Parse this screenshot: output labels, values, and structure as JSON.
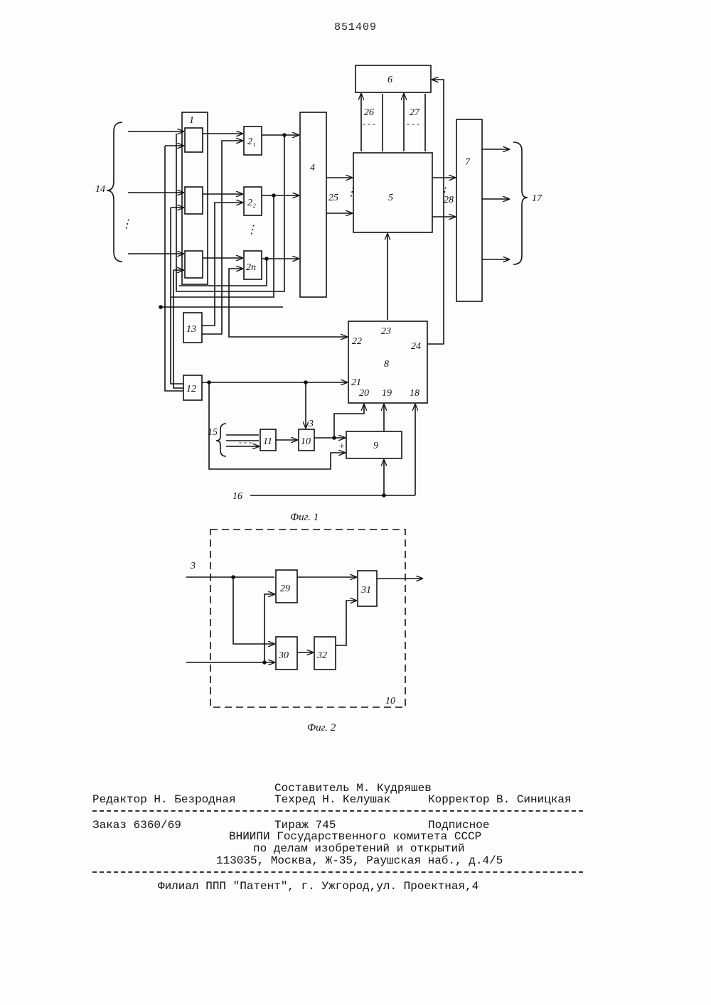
{
  "patent_number": "851409",
  "figures": {
    "fig1": {
      "caption": "Фиг. 1",
      "blocks": {
        "b1": "1",
        "b2_1": "2₁",
        "b2_2": "2₂",
        "b2_n": "2n",
        "b4": "4",
        "b5": "5",
        "b6": "6",
        "b7": "7",
        "b8": "8",
        "b9": "9",
        "b10": "10",
        "b11": "11",
        "b12": "12",
        "b13": "13"
      },
      "labels": {
        "in14": "14",
        "in15": "15",
        "in16": "16",
        "out17": "17",
        "p18": "18",
        "p19": "19",
        "p20": "20",
        "p21": "21",
        "p22": "22",
        "p23": "23",
        "p24": "24",
        "p25": "25",
        "p26": "26",
        "p27": "27",
        "p28": "28",
        "p3": "3",
        "plus": "+"
      }
    },
    "fig2": {
      "caption": "Фиг. 2",
      "blocks": {
        "b29": "29",
        "b30": "30",
        "b31": "31",
        "b32": "32"
      },
      "labels": {
        "in3": "3",
        "frame10": "10"
      }
    }
  },
  "imprint": {
    "compiler": "Составитель М. Кудряшев",
    "editor": "Редактор Н. Безродная",
    "techred": "Техред Н. Келушак",
    "corrector": "Корректор В. Синицкая",
    "order": "Заказ 6360/69",
    "circulation": "Тираж 745",
    "subscription": "Подписное",
    "org": "ВНИИПИ Государственного комитета СССР",
    "org2": "по делам изобретений и открытий",
    "address": "113035, Москва, Ж-35, Раушская наб., д.4/5",
    "branch": "Филиал ППП \"Патент\", г. Ужгород,ул. Проектная,4"
  }
}
